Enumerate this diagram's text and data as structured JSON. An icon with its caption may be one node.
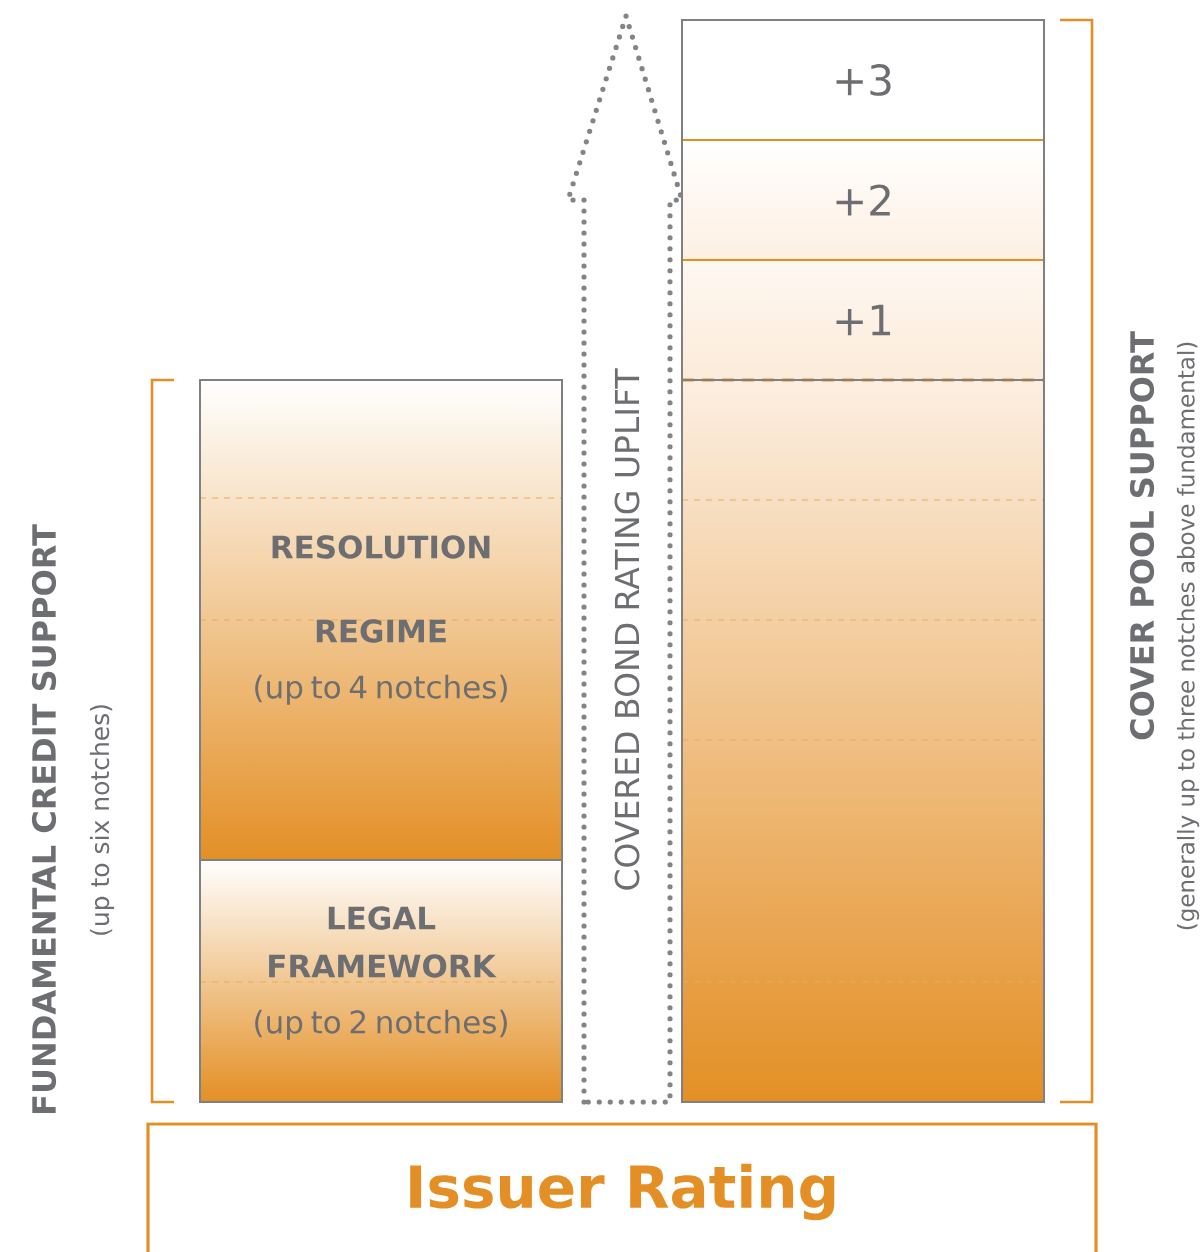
{
  "diagram": {
    "nodes": [
      {
        "text": [
          "RESOLUTION REGIME",
          "(up to 4 notches)"
        ]
      },
      {
        "text": [
          "LEGAL FRAMEWORK",
          "(up to 2 notches)"
        ]
      },
      {
        "text": [
          "COVERED BOND RATING UPLIFT"
        ]
      },
      {
        "text": [
          "+3"
        ]
      },
      {
        "text": [
          "+2"
        ]
      },
      {
        "text": [
          "+1"
        ]
      },
      {
        "text": [],
        "shape": "box"
      },
      {
        "text": [
          "Issuer Rating"
        ]
      }
    ],
    "labels": [
      "FUNDAMENTAL CREDIT SUPPORT",
      "(up to six notches)",
      "COVER POOL SUPPORT",
      "(generally up to three notches above fundamental)"
    ]
  }
}
